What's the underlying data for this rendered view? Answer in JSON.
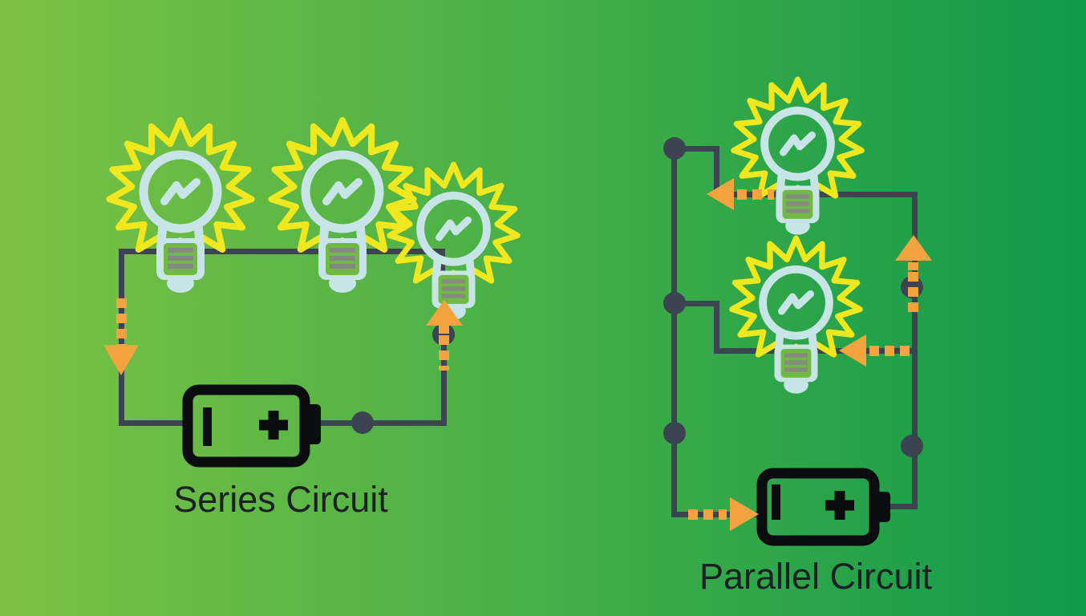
{
  "diagrams": {
    "series": {
      "label": "Series Circuit",
      "bulb_count": 3,
      "battery": {
        "negative_mark": "I",
        "positive_mark": "+"
      },
      "current_flow_arrows": [
        "down-on-left-wire",
        "up-into-third-bulb"
      ]
    },
    "parallel": {
      "label": "Parallel Circuit",
      "bulb_count": 2,
      "battery": {
        "negative_mark": "I",
        "positive_mark": "+"
      },
      "current_flow_arrows": [
        "left-into-branch-1",
        "left-into-branch-2",
        "up-on-right-wire",
        "right-into-battery"
      ]
    }
  },
  "colors": {
    "background_left": "#7bc143",
    "background_mid": "#4eb247",
    "background_right": "#109a4b",
    "wire": "#3b4450",
    "junction_dot": "#3b4450",
    "glow_rays": "#f0e81f",
    "bulb_glass": "#c7e4e6",
    "bulb_base_green": "#70ba44",
    "filament_bars": "#85897f",
    "current_arrow_orange": "#f4a43e",
    "battery_black": "#0b0c0e",
    "label_text": "#1d2126"
  }
}
